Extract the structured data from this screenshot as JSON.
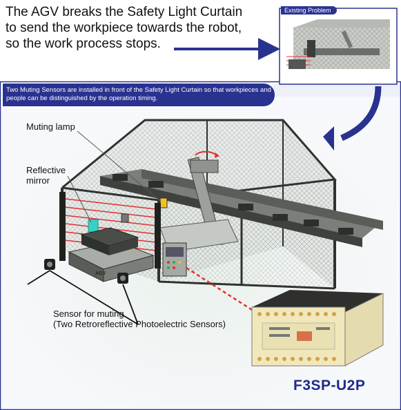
{
  "headline": "The AGV breaks the Safety Light Curtain\nto send the workpiece towards the robot,\nso the work process stops.",
  "existing_problem_label": "Existing Problem",
  "banner_text": "Two Muting Sensors are installed in front of the Safety Light Curtain so that workpieces and people can be distinguished by the operation timing.",
  "labels": {
    "muting_lamp": "Muting lamp",
    "reflective_mirror": "Reflective\nmirror",
    "sensor": "Sensor for muting\n(Two Retroreflective Photoelectric Sensors)",
    "agv": "AGV"
  },
  "model_name": "F3SP-U2P",
  "colors": {
    "accent_blue": "#2a3290",
    "model_blue": "#1e2a8c",
    "bottom_panel": "#eef0f8",
    "light_beam_red": "#e03030"
  }
}
